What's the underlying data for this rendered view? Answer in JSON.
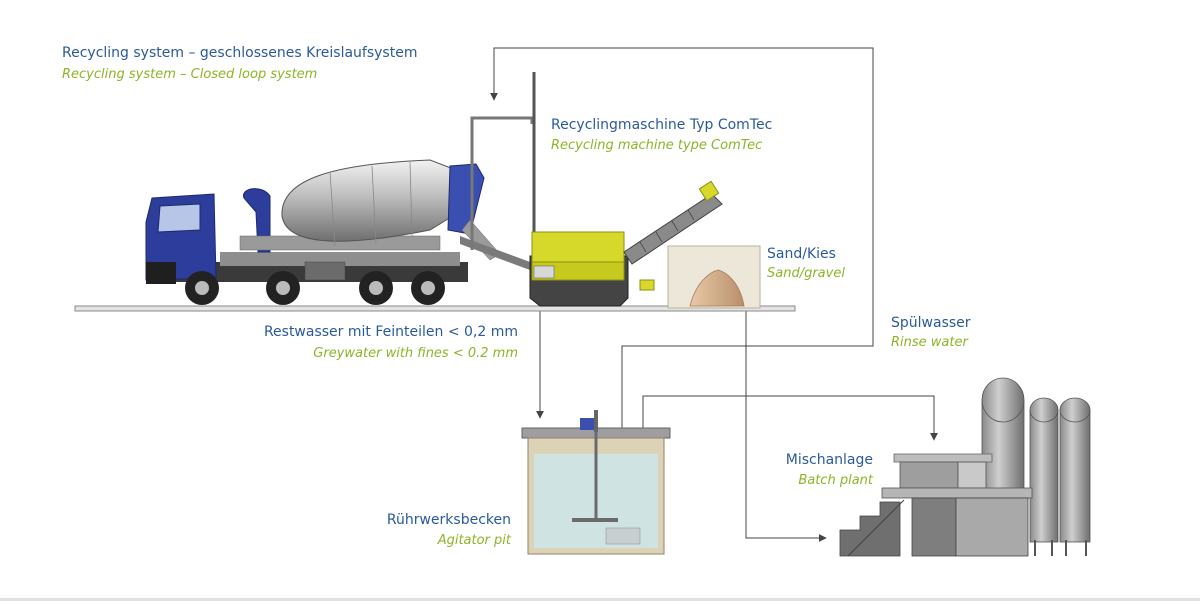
{
  "labels": {
    "recycling_system": {
      "de": "Recycling system – geschlossenes Kreislaufsystem",
      "en": "Recycling system – Closed loop system"
    },
    "machine": {
      "de": "Recyclingmaschine Typ ComTec",
      "en": "Recycling machine type ComTec"
    },
    "sand": {
      "de": "Sand/Kies",
      "en": "Sand/gravel"
    },
    "greywater": {
      "de": "Restwasser mit Feinteilen < 0,2 mm",
      "en": "Greywater with fines < 0.2 mm"
    },
    "rinse": {
      "de": "Spülwasser",
      "en": "Rinse water"
    },
    "batch": {
      "de": "Mischanlage",
      "en": "Batch plant"
    },
    "agitator": {
      "de": "Rührwerksbecken",
      "en": "Agitator pit"
    }
  },
  "colors": {
    "label_de": "#2a5a9a",
    "label_en": "#8db427",
    "truck_cab": "#2c3d9c",
    "machine": "#d6d92a",
    "water": "#cfe3e3",
    "pit_wall": "#dcd2b6",
    "flow_line": "#444444"
  }
}
